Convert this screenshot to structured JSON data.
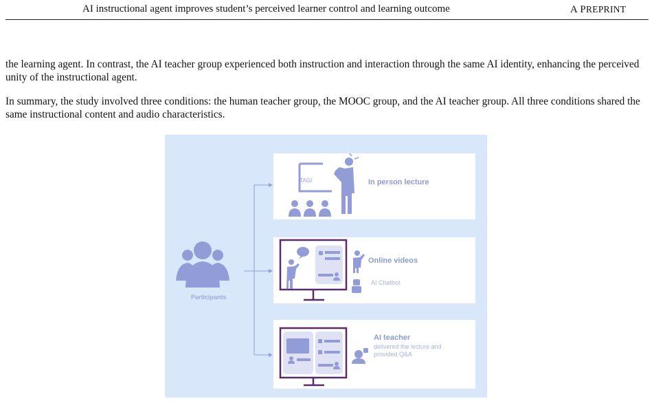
{
  "header": {
    "title": "AI instructional agent improves student’s perceived learner control and learning outcome",
    "tag_prefix": "A P",
    "tag_rest": "REPRINT"
  },
  "body": {
    "paragraph1": "the learning agent. In contrast, the AI teacher group experienced both instruction and interaction through the same AI identity, enhancing the perceived unity of the instructional agent.",
    "paragraph2": "In summary, the study involved three conditions: the human teacher group, the MOOC group, and the AI teacher group. All three conditions shared the same instructional content and audio characteristics."
  },
  "figure": {
    "participants_label": "Participants",
    "board_text": "TAGI",
    "panel1_label": "In person lecture",
    "panel2_label": "Online videos",
    "panel2_sublabel": "AI Chatbot",
    "panel3_label": "AI teacher",
    "panel3_sublabel_line1": "delivered the lecture and",
    "panel3_sublabel_line2": "provided Q&A",
    "colors": {
      "background": "#d9e7fb",
      "icon": "#929dd8",
      "screen_frame": "#5b2a6b",
      "arrow": "#8fa2d6"
    }
  }
}
